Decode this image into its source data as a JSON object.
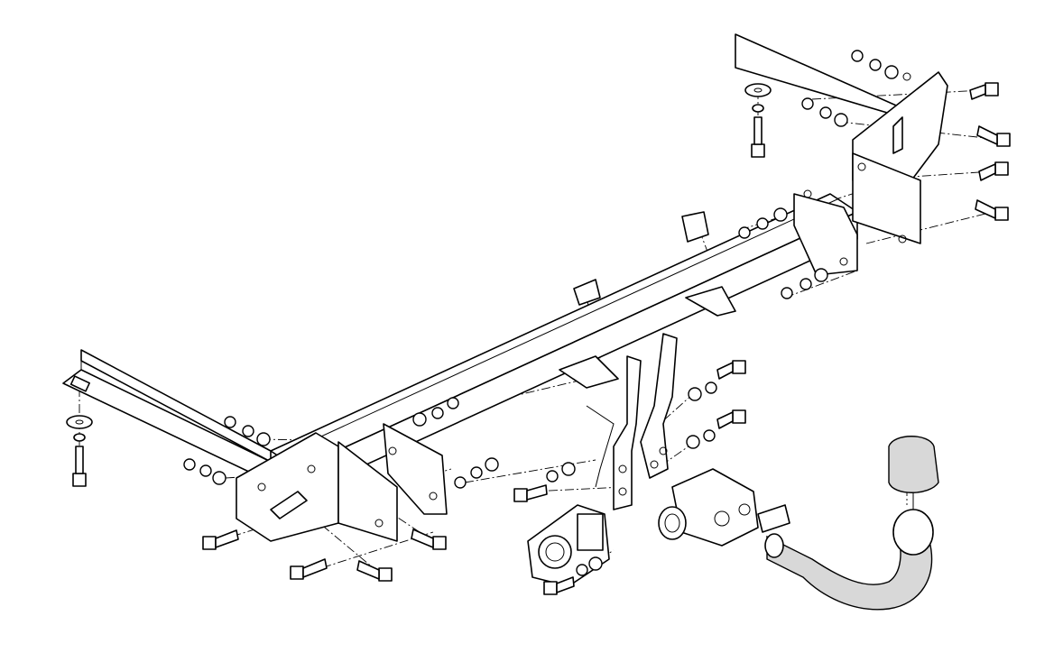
{
  "diagram": {
    "kind": "exploded-assembly",
    "colors": {
      "line": "#000000",
      "background": "#ffffff",
      "shade": "#d8d8d8"
    },
    "components": [
      "crossbar-tube",
      "left-side-arm",
      "right-side-arm",
      "left-mounting-plate",
      "right-mounting-plate",
      "tow-ball-neck",
      "ball-cover",
      "socket-plate",
      "electrical-socket",
      "bolts",
      "nuts",
      "washers"
    ]
  }
}
